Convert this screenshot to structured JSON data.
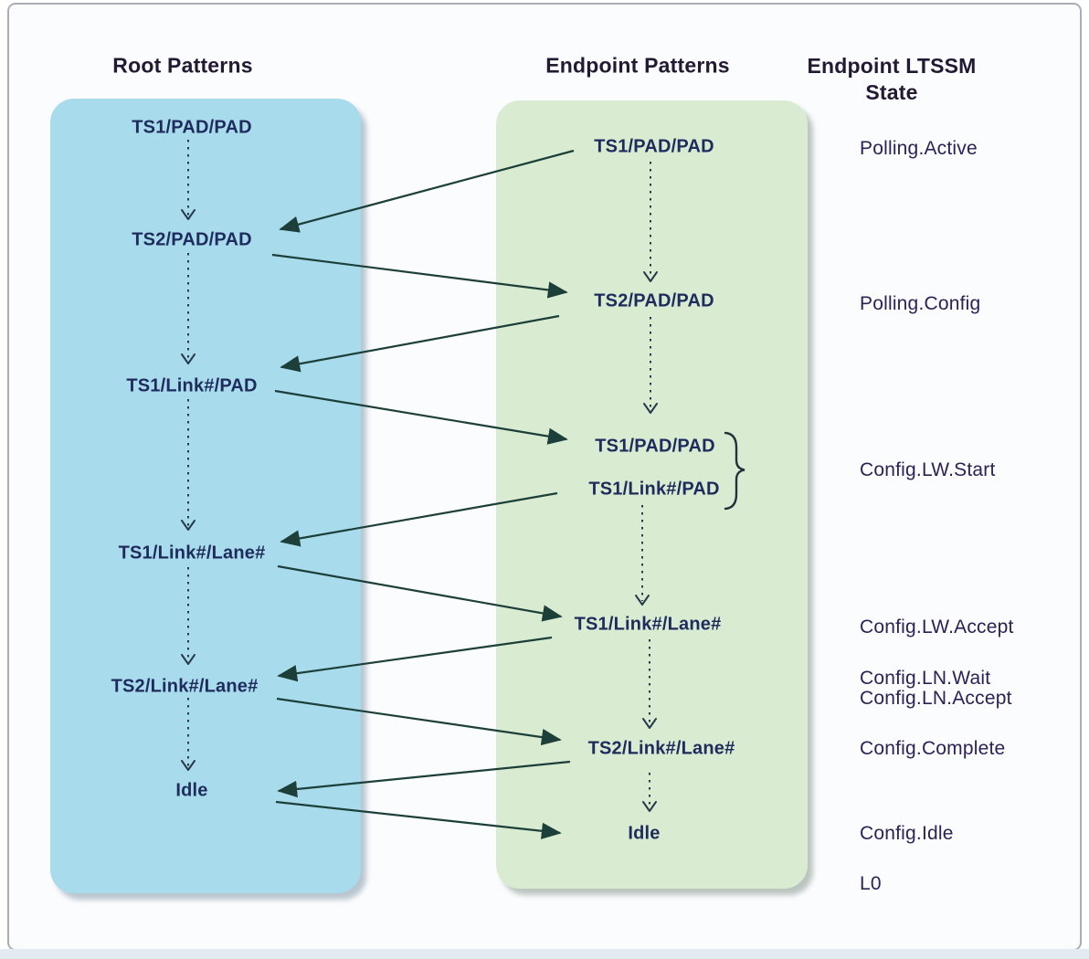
{
  "titles": {
    "root_column": "Root Patterns",
    "endpoint_column": "Endpoint Patterns",
    "state_column_line1": "Endpoint LTSSM",
    "state_column_line2": "State"
  },
  "root_patterns": [
    "TS1/PAD/PAD",
    "TS2/PAD/PAD",
    "TS1/Link#/PAD",
    "TS1/Link#/Lane#",
    "TS2/Link#/Lane#",
    "Idle"
  ],
  "endpoint_patterns": [
    "TS1/PAD/PAD",
    "TS2/PAD/PAD",
    "TS1/PAD/PAD",
    "TS1/Link#/PAD",
    "TS1/Link#/Lane#",
    "TS2/Link#/Lane#",
    "Idle"
  ],
  "ltssm_states": [
    "Polling.Active",
    "Polling.Config",
    "Config.LW.Start",
    "Config.LW.Accept",
    "Config.LN.Wait",
    "Config.LN.Accept",
    "Config.Complete",
    "Config.Idle",
    "L0"
  ],
  "connections": [
    {
      "from": "Endpoint TS1/PAD/PAD",
      "to": "Root TS2/PAD/PAD"
    },
    {
      "from": "Root TS2/PAD/PAD",
      "to": "Endpoint TS2/PAD/PAD"
    },
    {
      "from": "Endpoint TS2/PAD/PAD",
      "to": "Root TS1/Link#/PAD"
    },
    {
      "from": "Root TS1/Link#/PAD",
      "to": "Endpoint TS1/PAD/PAD (2nd)"
    },
    {
      "from": "Endpoint TS1/Link#/PAD",
      "to": "Root TS1/Link#/Lane#"
    },
    {
      "from": "Root TS1/Link#/Lane#",
      "to": "Endpoint TS1/Link#/Lane#"
    },
    {
      "from": "Endpoint TS1/Link#/Lane#",
      "to": "Root TS2/Link#/Lane#"
    },
    {
      "from": "Root TS2/Link#/Lane#",
      "to": "Endpoint TS2/Link#/Lane#"
    },
    {
      "from": "Endpoint TS2/Link#/Lane#",
      "to": "Root Idle"
    },
    {
      "from": "Root Idle",
      "to": "Endpoint Idle"
    }
  ],
  "brace_group": {
    "spans": [
      "Endpoint TS1/PAD/PAD (2nd)",
      "Endpoint TS1/Link#/PAD"
    ],
    "maps_to_state": "Config.LW.Start"
  },
  "colors": {
    "root_box_fill": "#a8dcec",
    "endpoint_box_fill": "#d9ecd2",
    "pattern_text": "#1e2b5c",
    "state_text": "#2c2257",
    "title_text": "#221a33",
    "arrow_line": "#1d3f3a",
    "flow_line": "#263a4c",
    "frame_border": "#a9adb5"
  }
}
